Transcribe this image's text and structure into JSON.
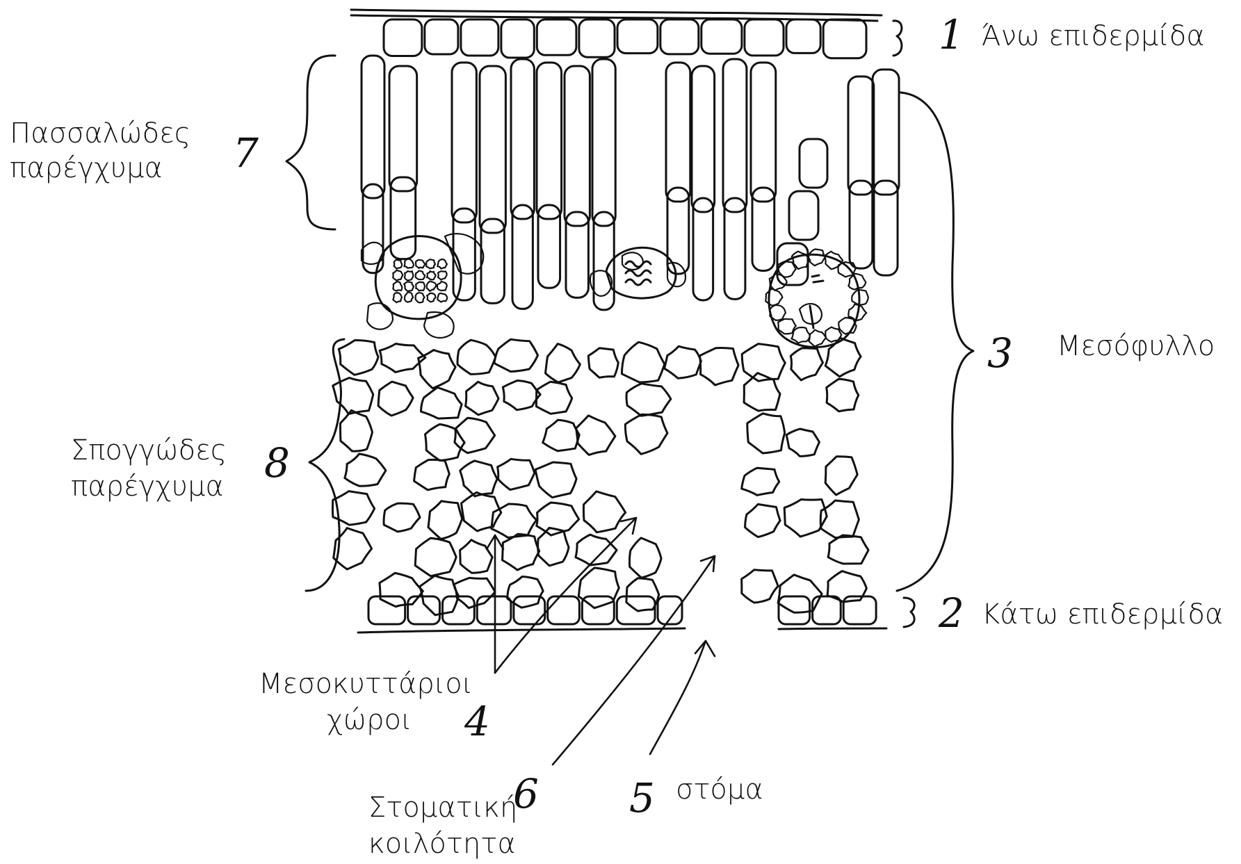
{
  "labels": {
    "upper_epidermis": "Άνω επιδερμίδα",
    "palisade_line1": "Πασσαλώδες",
    "palisade_line2": "παρέγχυμα",
    "mesophyll": "Μεσόφυλλο",
    "spongy_line1": "Σπογγώδες",
    "spongy_line2": "παρέγχυμα",
    "lower_epidermis": "Κάτω επιδερμίδα",
    "intercellular_line1": "Μεσοκυττάριοι",
    "intercellular_line2": "χώροι",
    "stomatal_cavity_line1": "Στοματική",
    "stomatal_cavity_line2": "κοιλότητα",
    "stoma": "στόμα"
  },
  "numbers": {
    "n1": "1",
    "n2": "2",
    "n3": "3",
    "n4": "4",
    "n5": "5",
    "n6": "6",
    "n7": "7",
    "n8": "8"
  }
}
